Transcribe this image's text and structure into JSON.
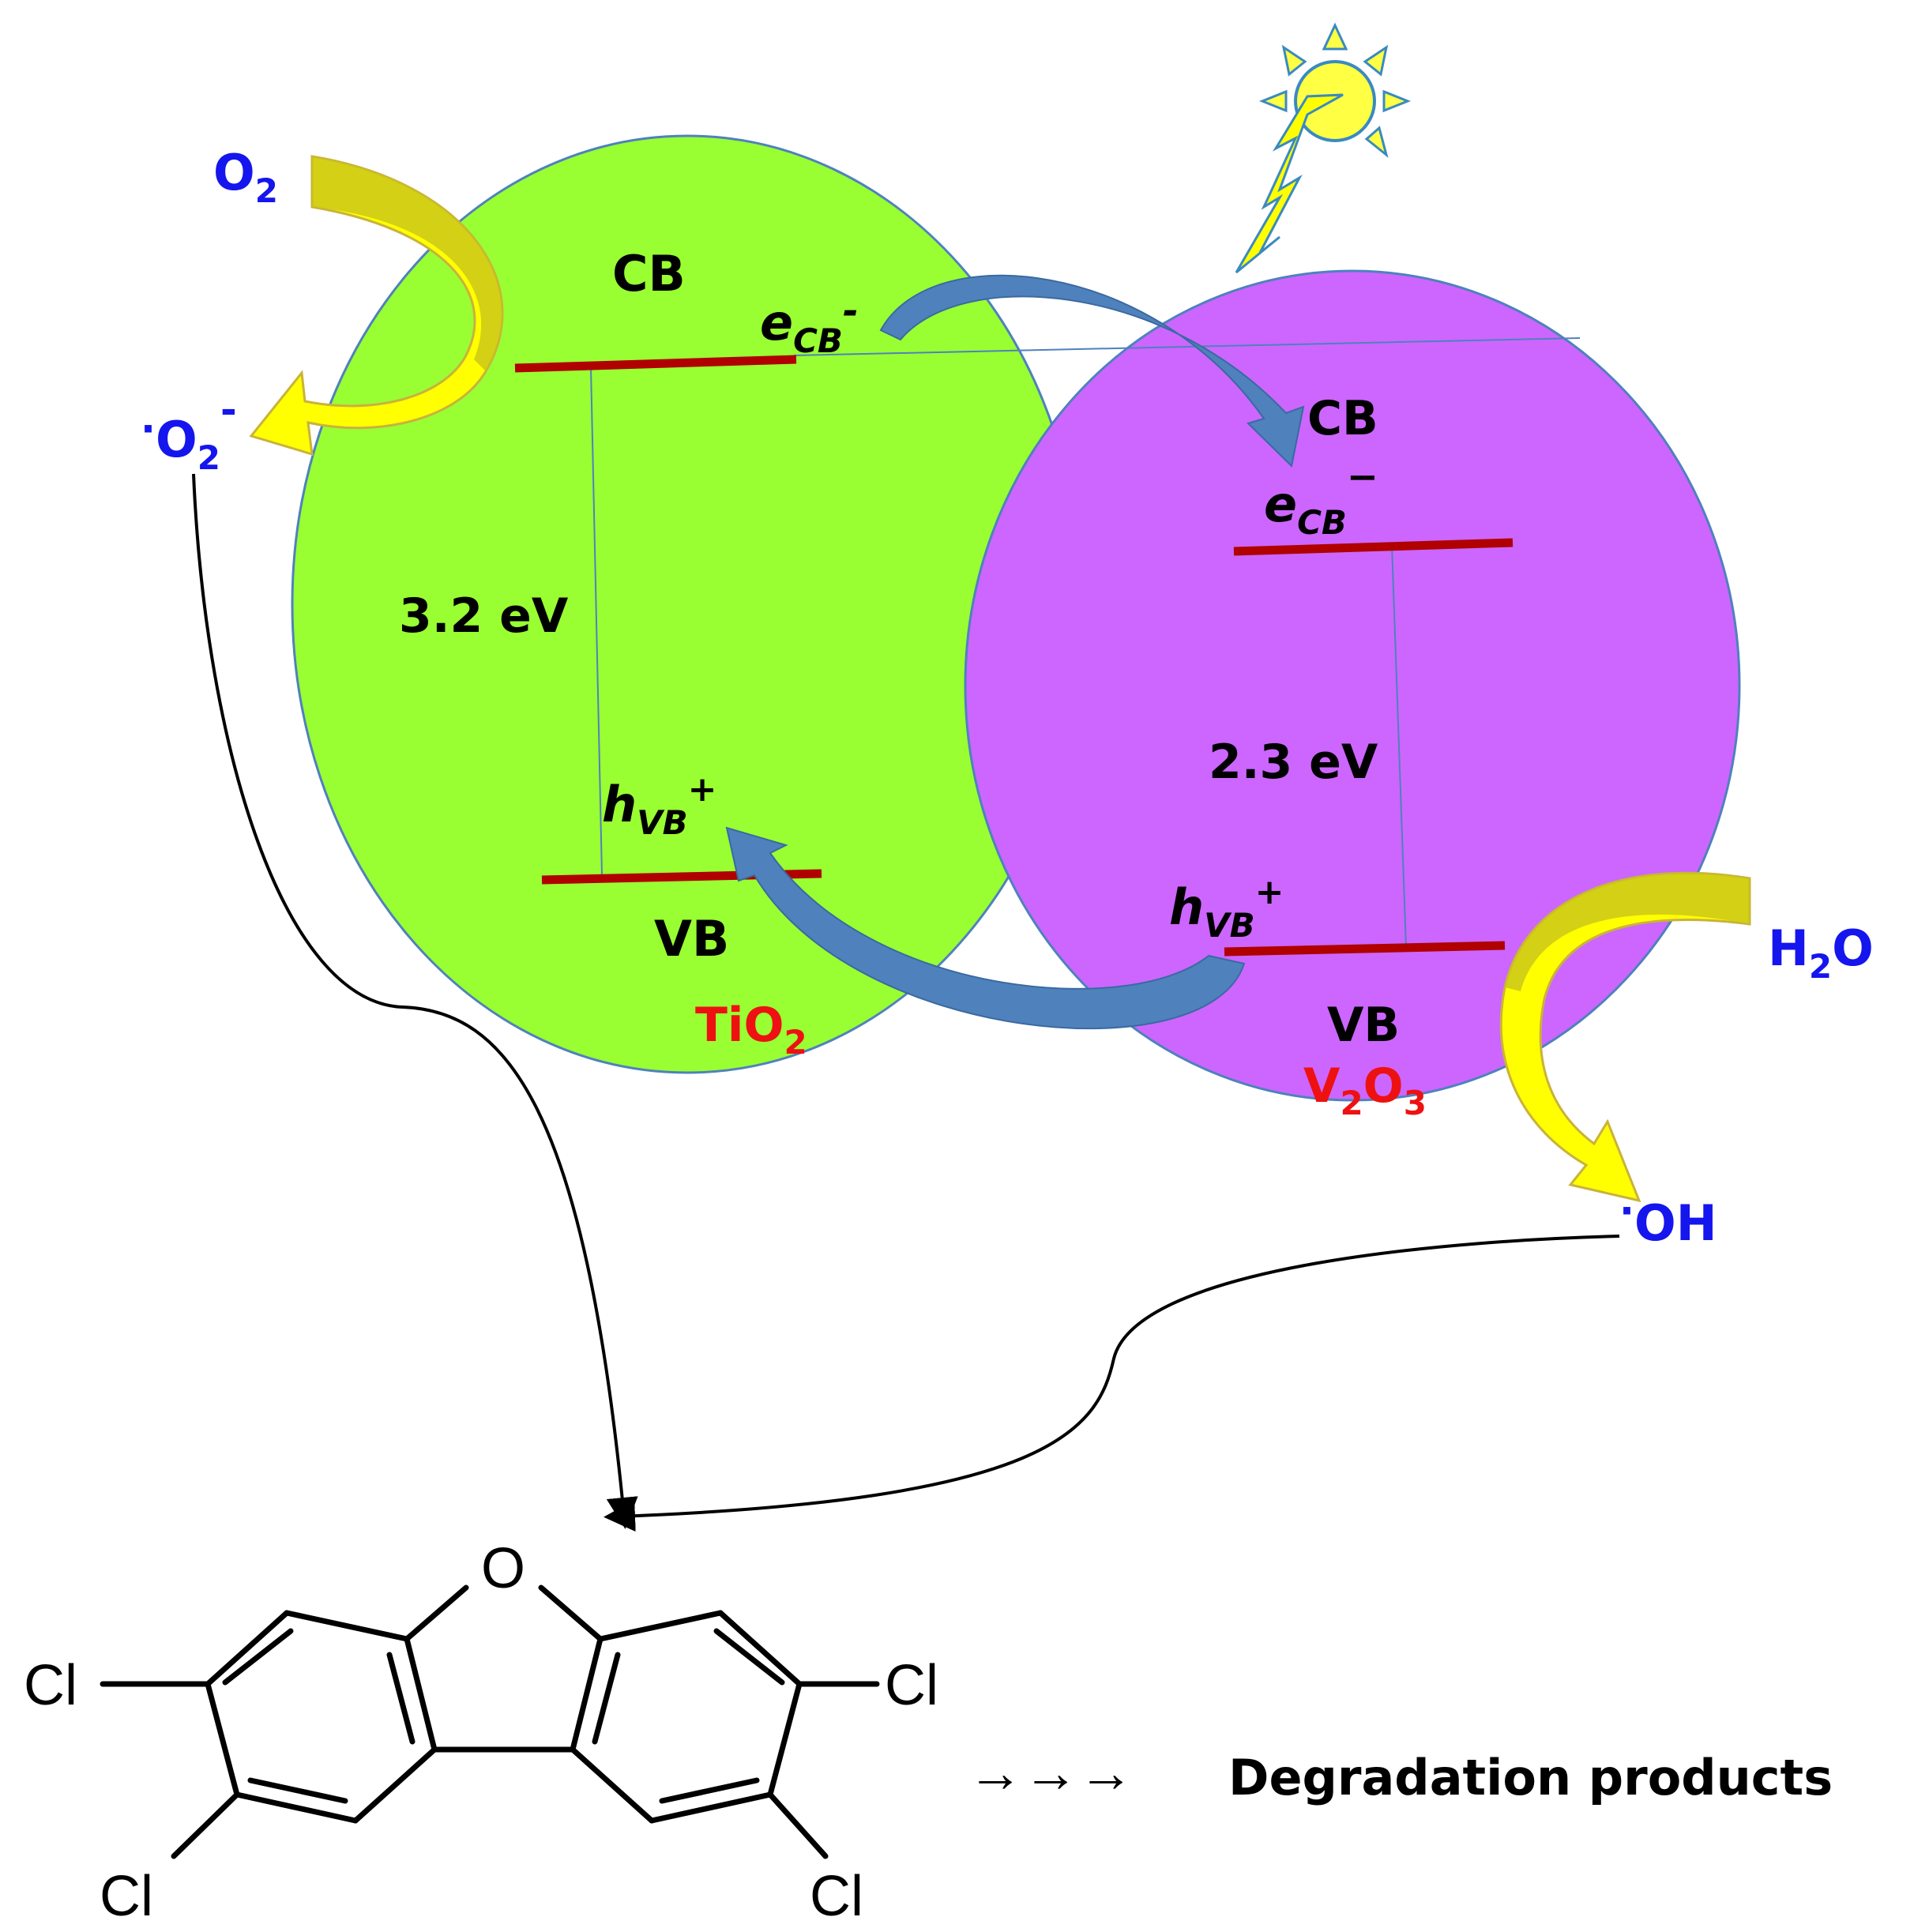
{
  "colors": {
    "tio2_fill": "#99ff33",
    "v2o3_fill": "#cc66ff",
    "band_line": "#b00000",
    "electron_arrow": "#4f81bd",
    "radical_arrow": "#ffff00",
    "species_blue": "#1515ee",
    "material_red": "#ee1111"
  },
  "tio2": {
    "cb_label": "CB",
    "vb_label": "VB",
    "gap_label": "3.2 eV",
    "name_main": "TiO",
    "name_sub": "2",
    "electron_main": "e",
    "electron_sub": "CB",
    "electron_sup": "-",
    "hole_main": "h",
    "hole_sub": "VB",
    "hole_sup": "+"
  },
  "v2o3": {
    "cb_label": "CB",
    "vb_label": "VB",
    "gap_label": "2.3 eV",
    "name_v": "V",
    "name_sub1": "2",
    "name_o": "O",
    "name_sub2": "3",
    "electron_main": "e",
    "electron_sub": "CB",
    "electron_sup": "−",
    "hole_main": "h",
    "hole_sub": "VB",
    "hole_sup": "+"
  },
  "species": {
    "o2_main": "O",
    "o2_sub": "2",
    "superoxide_dot": "·",
    "superoxide_main": "O",
    "superoxide_sub": "2",
    "superoxide_sup": "-",
    "h2o_h": "H",
    "h2o_sub": "2",
    "h2o_o": "O",
    "hydroxyl_dot": "·",
    "hydroxyl_main": "OH"
  },
  "molecule": {
    "oxygen": "O",
    "cl1": "Cl",
    "cl2": "Cl",
    "cl3": "Cl",
    "cl4": "Cl"
  },
  "products": {
    "arrows": "→→→",
    "label": "Degradation products"
  },
  "icons": {
    "sun": "sun-lightning-icon"
  }
}
